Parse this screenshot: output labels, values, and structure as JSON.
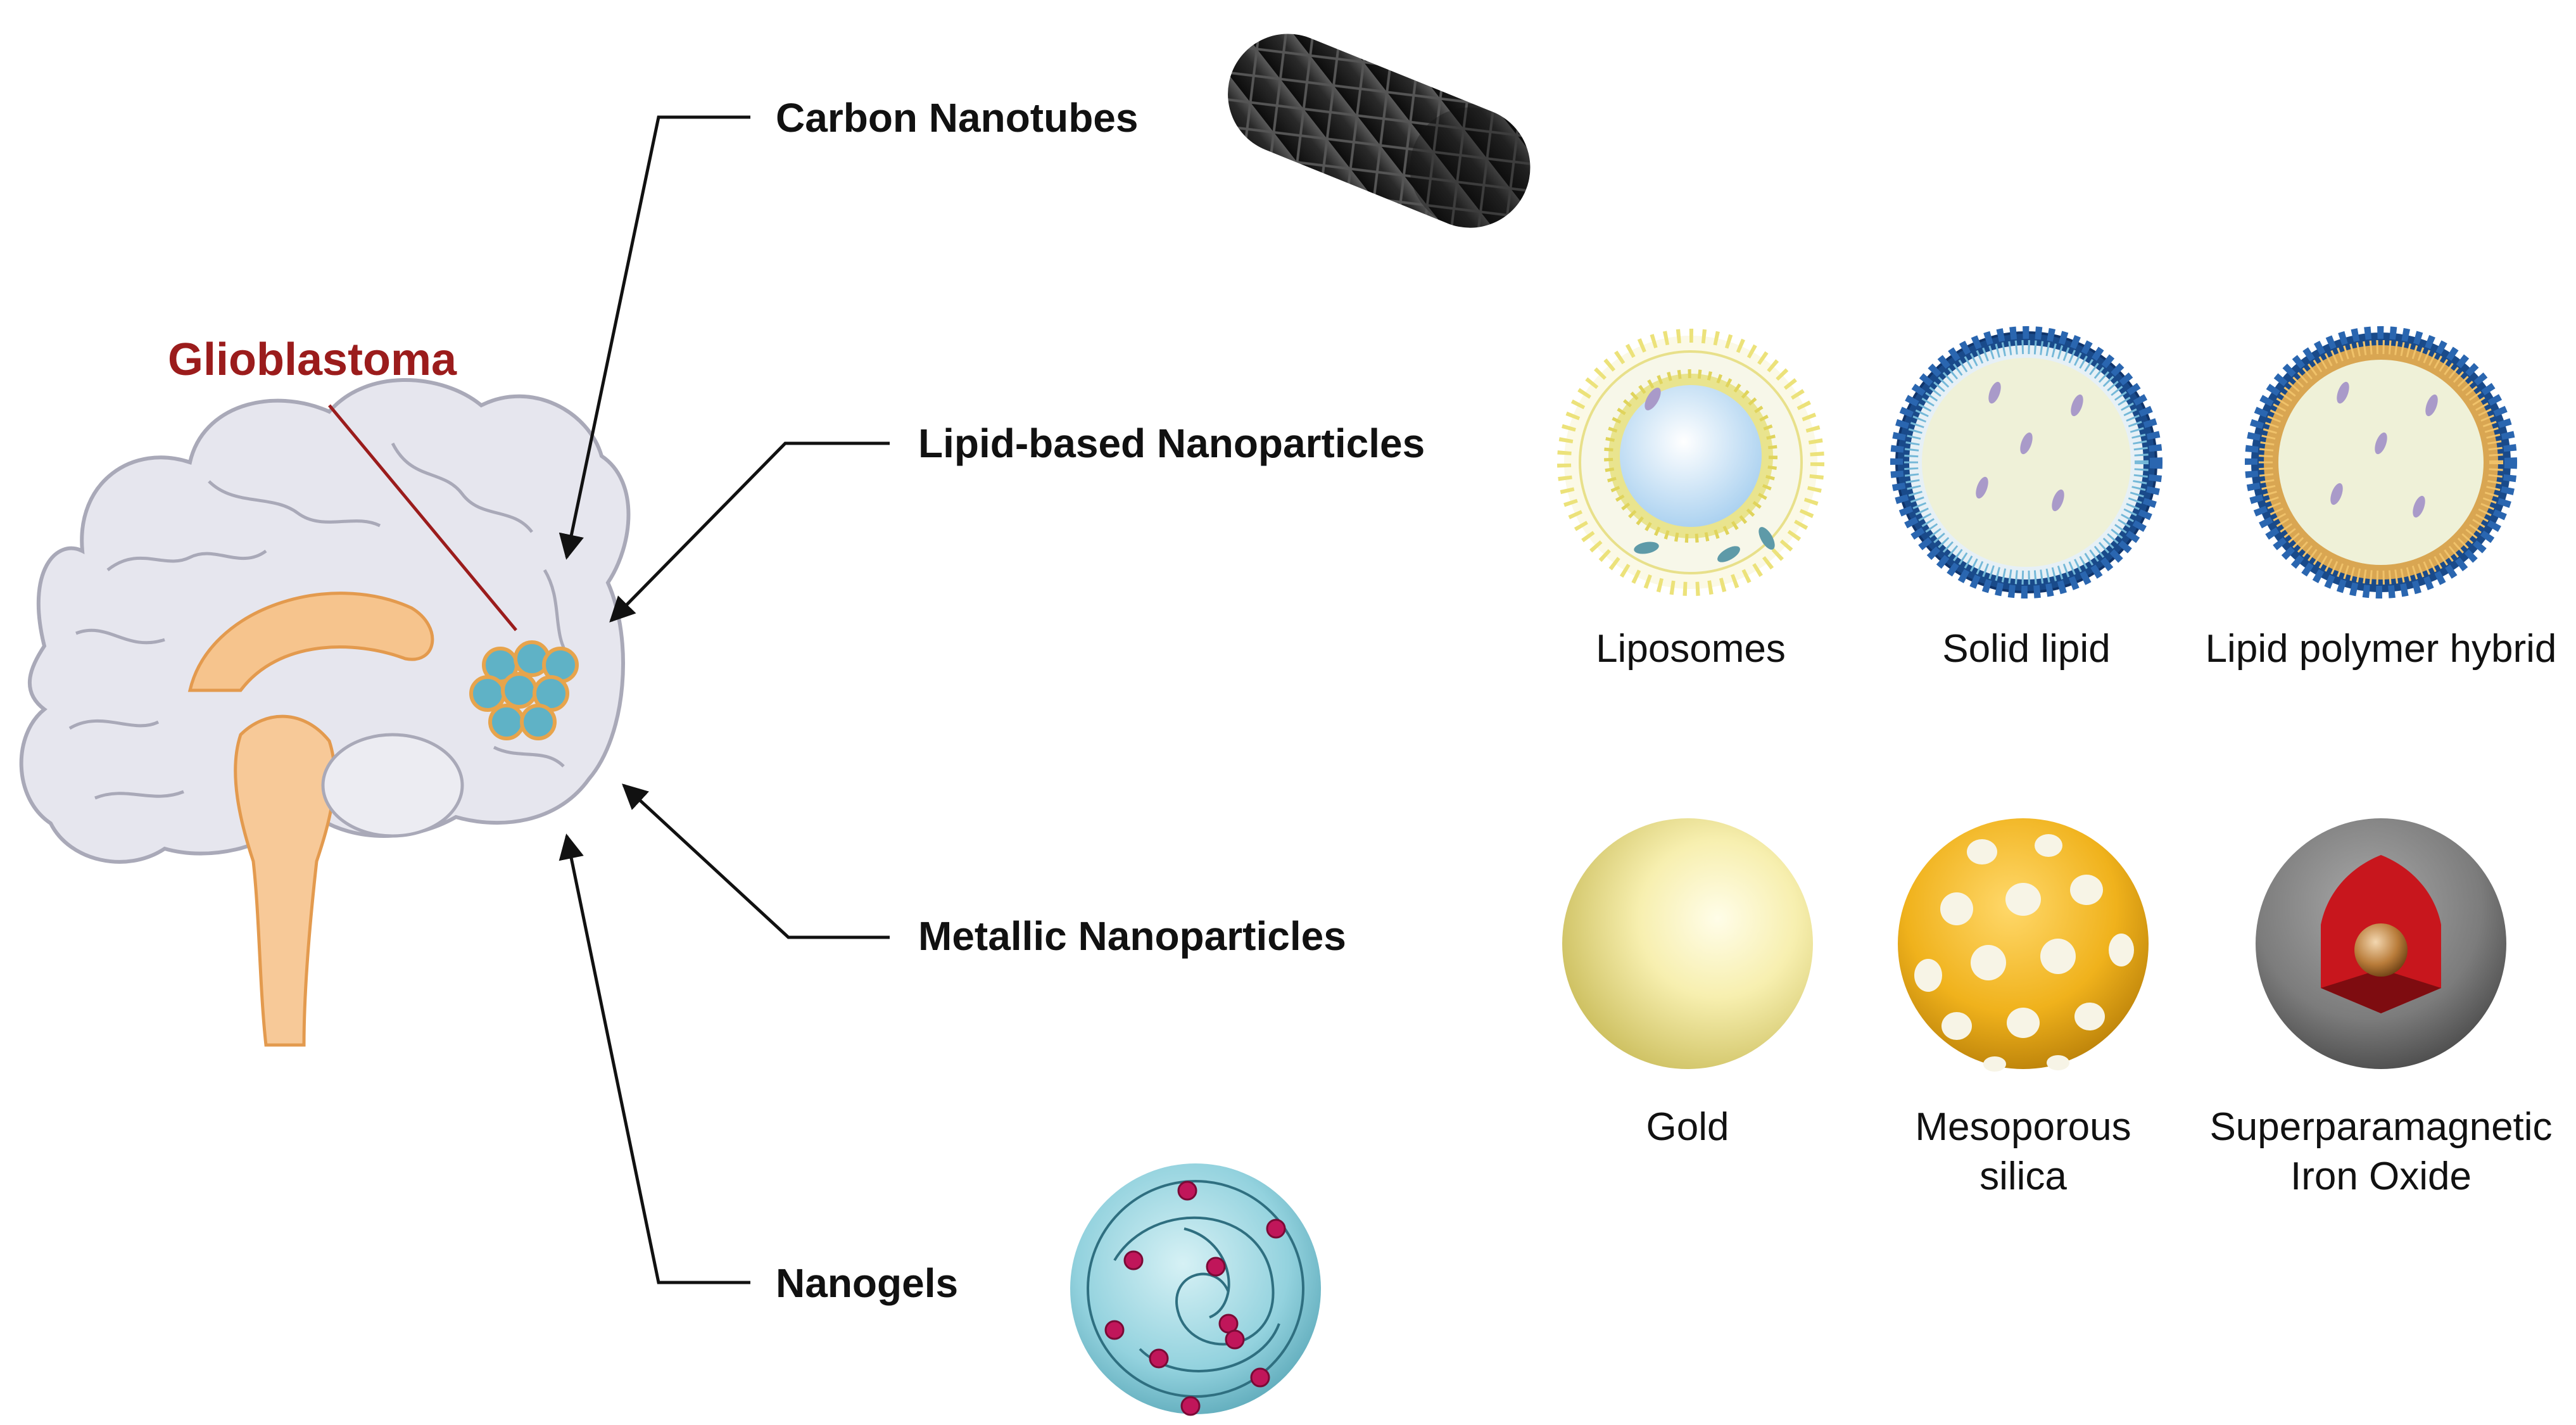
{
  "tumor_label": "Glioblastoma",
  "categories": {
    "carbon_nanotubes": "Carbon Nanotubes",
    "lipid_based": "Lipid-based Nanoparticles",
    "metallic": "Metallic Nanoparticles",
    "nanogels": "Nanogels"
  },
  "lipid_items": {
    "liposomes": "Liposomes",
    "solid_lipid": "Solid lipid",
    "lipid_polymer_hybrid": "Lipid polymer hybrid"
  },
  "metallic_items": {
    "gold": "Gold",
    "mesoporous_line1": "Mesoporous",
    "mesoporous_line2": "silica",
    "spion_line1": "Superparamagnetic",
    "spion_line2": "Iron Oxide"
  },
  "colors": {
    "tumor_label": "#9b1c1c",
    "arrow": "#111111",
    "brain": "#e6e6ec",
    "gold": "#f6eeaa",
    "silica": "#f2b61e",
    "nanogel": "#8ed0dc"
  }
}
